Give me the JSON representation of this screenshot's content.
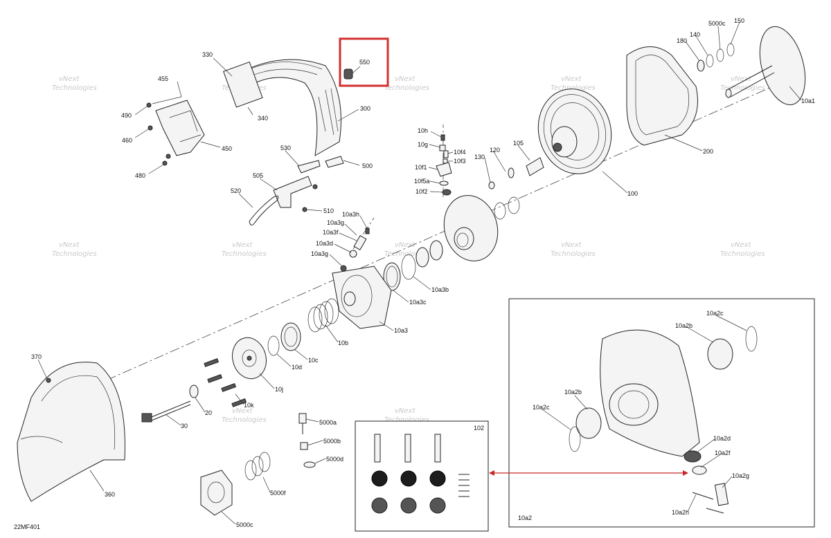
{
  "diagram_id": "22MF401",
  "watermark": {
    "line1": "vNext",
    "line2": "Technologies"
  },
  "colors": {
    "highlight": "#d32f2f",
    "arrow": "#c62828",
    "line": "#222222"
  },
  "labels": {
    "p330": "330",
    "p340": "340",
    "p300": "300",
    "p550": "550",
    "p455": "455",
    "p490": "490",
    "p460": "460",
    "p450": "450",
    "p480": "480",
    "p530": "530",
    "p500": "500",
    "p505": "505",
    "p520": "520",
    "p510": "510",
    "p10h": "10h",
    "p10g": "10g",
    "p10f4": "10f4",
    "p10f3": "10f3",
    "p10f1": "10f1",
    "p10f5a": "10f5a",
    "p10f2": "10f2",
    "p120": "120",
    "p130": "130",
    "p105": "105",
    "p100": "100",
    "p200": "200",
    "p180": "180",
    "p140": "140",
    "p5000c_top": "5000c",
    "p150": "150",
    "p10a1": "10a1",
    "p10a3h": "10a3h",
    "p10a3g_1": "10a3g",
    "p10a3f": "10a3f",
    "p10a3d": "10a3d",
    "p10a3g_2": "10a3g",
    "p10a3c": "10a3c",
    "p10a3b": "10a3b",
    "p10a3": "10a3",
    "p10b": "10b",
    "p10c": "10c",
    "p10d": "10d",
    "p10j": "10j",
    "p10k": "10k",
    "p370": "370",
    "p360": "360",
    "p30": "30",
    "p20": "20",
    "p5000a": "5000a",
    "p5000b": "5000b",
    "p5000d": "5000d",
    "p5000f": "5000f",
    "p5000c_bot": "5000c",
    "p102": "102",
    "p10a2c_1": "10a2c",
    "p10a2b_1": "10a2b",
    "p10a2b_2": "10a2b",
    "p10a2c_2": "10a2c",
    "p10a2d": "10a2d",
    "p10a2f": "10a2f",
    "p10a2g": "10a2g",
    "p10a2h": "10a2h",
    "p10a2": "10a2"
  }
}
